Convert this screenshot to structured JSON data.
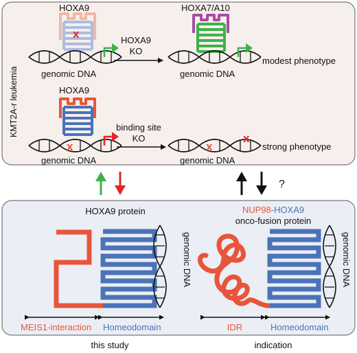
{
  "side_label": "KMT2A-r leukemia",
  "panel_top": {
    "row1": {
      "protein_left": "HOXA9",
      "protein_right": "HOXA7/A10",
      "arrow_label_1": "HOXA9",
      "arrow_label_2": "KO",
      "dna_left": "genomic DNA",
      "dna_right": "genomic DNA",
      "phenotype": "modest phenotype",
      "x_mark": "x"
    },
    "row2": {
      "protein_left": "HOXA9",
      "arrow_label_1": "binding site",
      "arrow_label_2": "KO",
      "dna_left": "genomic DNA",
      "dna_right": "genomic DNA",
      "phenotype": "strong phenotype",
      "x_mark": "x"
    }
  },
  "middle": {
    "question": "?"
  },
  "panel_bottom": {
    "left": {
      "title": "HOXA9 protein",
      "domain1": "MEIS1-interaction",
      "domain2": "Homeodomain",
      "dna": "genomic DNA",
      "caption": "this study"
    },
    "right": {
      "title_part1": "NUP98",
      "title_part2": "-HOXA9",
      "subtitle": "onco-fusion protein",
      "domain1": "IDR",
      "domain2": "Homeodomain",
      "dna": "genomic DNA",
      "caption": "indication"
    }
  },
  "colors": {
    "panel_top_bg": "#f6efeb",
    "panel_bottom_bg": "#ebeef5",
    "orange": "#e8553a",
    "blue": "#4a73b8",
    "green": "#3db24a",
    "purple": "#a64ca6",
    "red": "#e0262a",
    "faded_orange": "#f1b7a4",
    "faded_blue": "#aebbe0"
  }
}
